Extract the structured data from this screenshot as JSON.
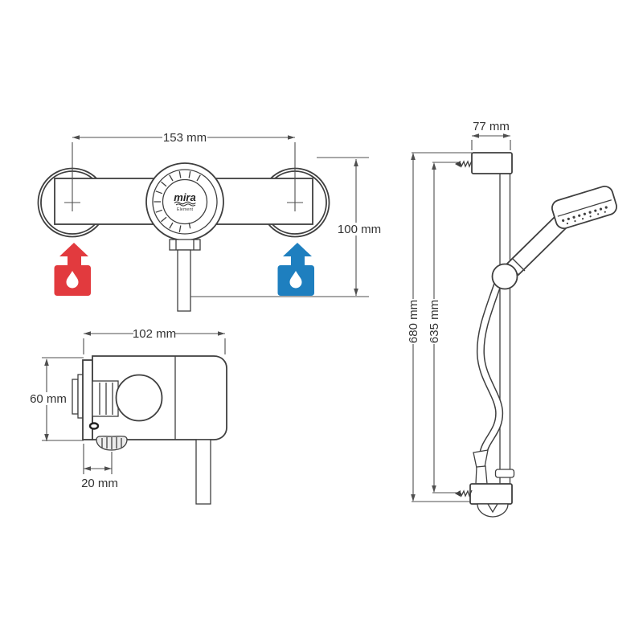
{
  "drawing": {
    "front_view": {
      "width_label": "153 mm",
      "height_label": "100 mm",
      "logo": "mira",
      "logo_sub": "Element"
    },
    "side_view": {
      "width_label": "102 mm",
      "height_label": "60 mm",
      "outlet_offset_label": "20 mm"
    },
    "rail_view": {
      "bracket_width_label": "77 mm",
      "overall_height_label": "680 mm",
      "fixing_centres_label": "635 mm"
    },
    "colors": {
      "hot": "#e23a3e",
      "cold": "#1e7fbf"
    }
  }
}
